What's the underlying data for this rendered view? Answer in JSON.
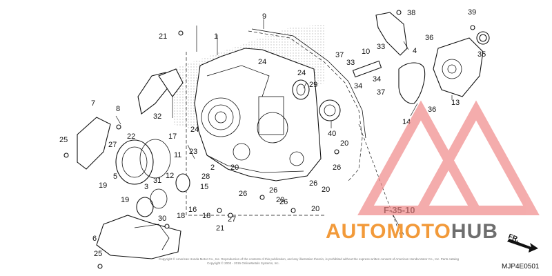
{
  "diagram": {
    "part_labels": [
      "1",
      "2",
      "3",
      "4",
      "5",
      "6",
      "7",
      "8",
      "9",
      "10",
      "11",
      "12",
      "13",
      "14",
      "15",
      "16",
      "17",
      "18",
      "19",
      "20",
      "21",
      "22",
      "23",
      "24",
      "25",
      "26",
      "27",
      "28",
      "29",
      "30",
      "31",
      "32",
      "33",
      "34",
      "35",
      "36",
      "37",
      "38",
      "39",
      "40"
    ],
    "reference": "F-35-10",
    "diagram_code": "MJP4E0501",
    "direction_label": "FR.",
    "copyright_line1": "Copyright © American Honda Motor Co., Inc. Reproduction of the contents of this publication, and any illustration therein, is prohibited without the express written consent of American Honda Motor Co., Inc. Parts catalog",
    "copyright_line2": "Copyright © 2003 - 2015 OnlineMetals Systems, Inc."
  },
  "watermark": {
    "brand_part1": "AUTOMOTO",
    "brand_part2": "HUB",
    "color_primary": "#f29a3a",
    "color_secondary": "#6e6e6e",
    "logo_color": "#f08a8a"
  }
}
